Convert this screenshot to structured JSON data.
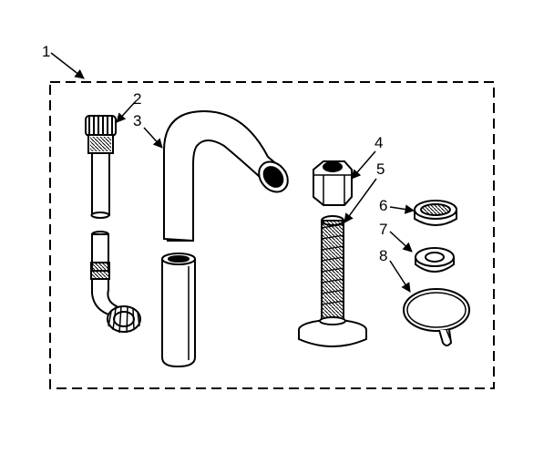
{
  "callouts": {
    "kit": "1",
    "hose": "2",
    "drain_tube": "3",
    "nut": "4",
    "foot_bolt": "5",
    "screen": "6",
    "washer": "7",
    "clamp": "8"
  }
}
